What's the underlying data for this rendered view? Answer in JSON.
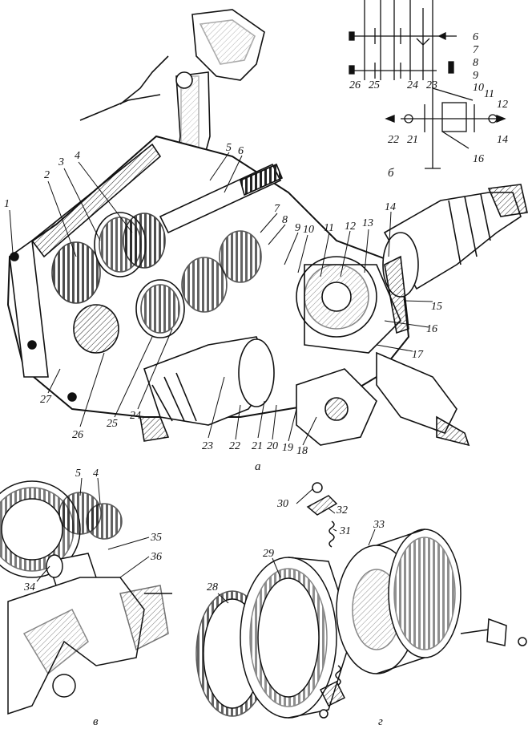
{
  "panels": {
    "a": {
      "caption": "а"
    },
    "b": {
      "caption": "б"
    },
    "v": {
      "caption": "в"
    },
    "g": {
      "caption": "г"
    }
  },
  "labels_a": [
    "1",
    "2",
    "3",
    "4",
    "5",
    "6",
    "7",
    "8",
    "9",
    "10",
    "11",
    "12",
    "13",
    "14",
    "15",
    "16",
    "17",
    "18",
    "19",
    "20",
    "21",
    "22",
    "23",
    "24",
    "25",
    "26",
    "27"
  ],
  "labels_b": [
    "6",
    "7",
    "8",
    "9",
    "10",
    "11",
    "12",
    "14",
    "16",
    "21",
    "22",
    "23",
    "24",
    "25",
    "26"
  ],
  "labels_v": [
    "4",
    "5",
    "34",
    "35",
    "36"
  ],
  "labels_g": [
    "28",
    "29",
    "30",
    "31",
    "32",
    "33"
  ]
}
